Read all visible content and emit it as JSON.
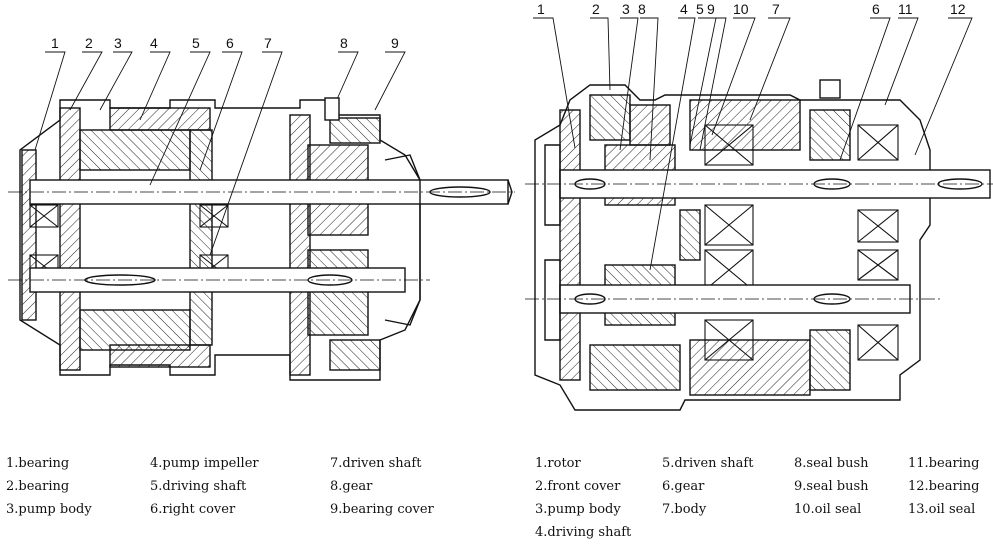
{
  "left_diagram": {
    "callouts": [
      "1",
      "2",
      "3",
      "4",
      "5",
      "6",
      "7",
      "8",
      "9"
    ],
    "legend_columns": [
      [
        "1.bearing",
        "2.bearing",
        "3.pump body"
      ],
      [
        "4.pump impeller",
        "5.driving shaft",
        "6.right cover"
      ],
      [
        "7.driven shaft",
        "8.gear",
        "9.bearing cover"
      ]
    ]
  },
  "right_diagram": {
    "callouts": [
      "1",
      "2",
      "3",
      "8",
      "4",
      "5",
      "9",
      "10",
      "7",
      "6",
      "11",
      "12"
    ],
    "legend_columns": [
      [
        "1.rotor",
        "2.front cover",
        "3.pump body",
        "4.driving shaft"
      ],
      [
        "5.driven shaft",
        "6.gear",
        "7.body"
      ],
      [
        "8.seal bush",
        "9.seal bush",
        "10.oil seal"
      ],
      [
        "11.bearing",
        "12.bearing",
        "13.oil seal"
      ]
    ]
  }
}
